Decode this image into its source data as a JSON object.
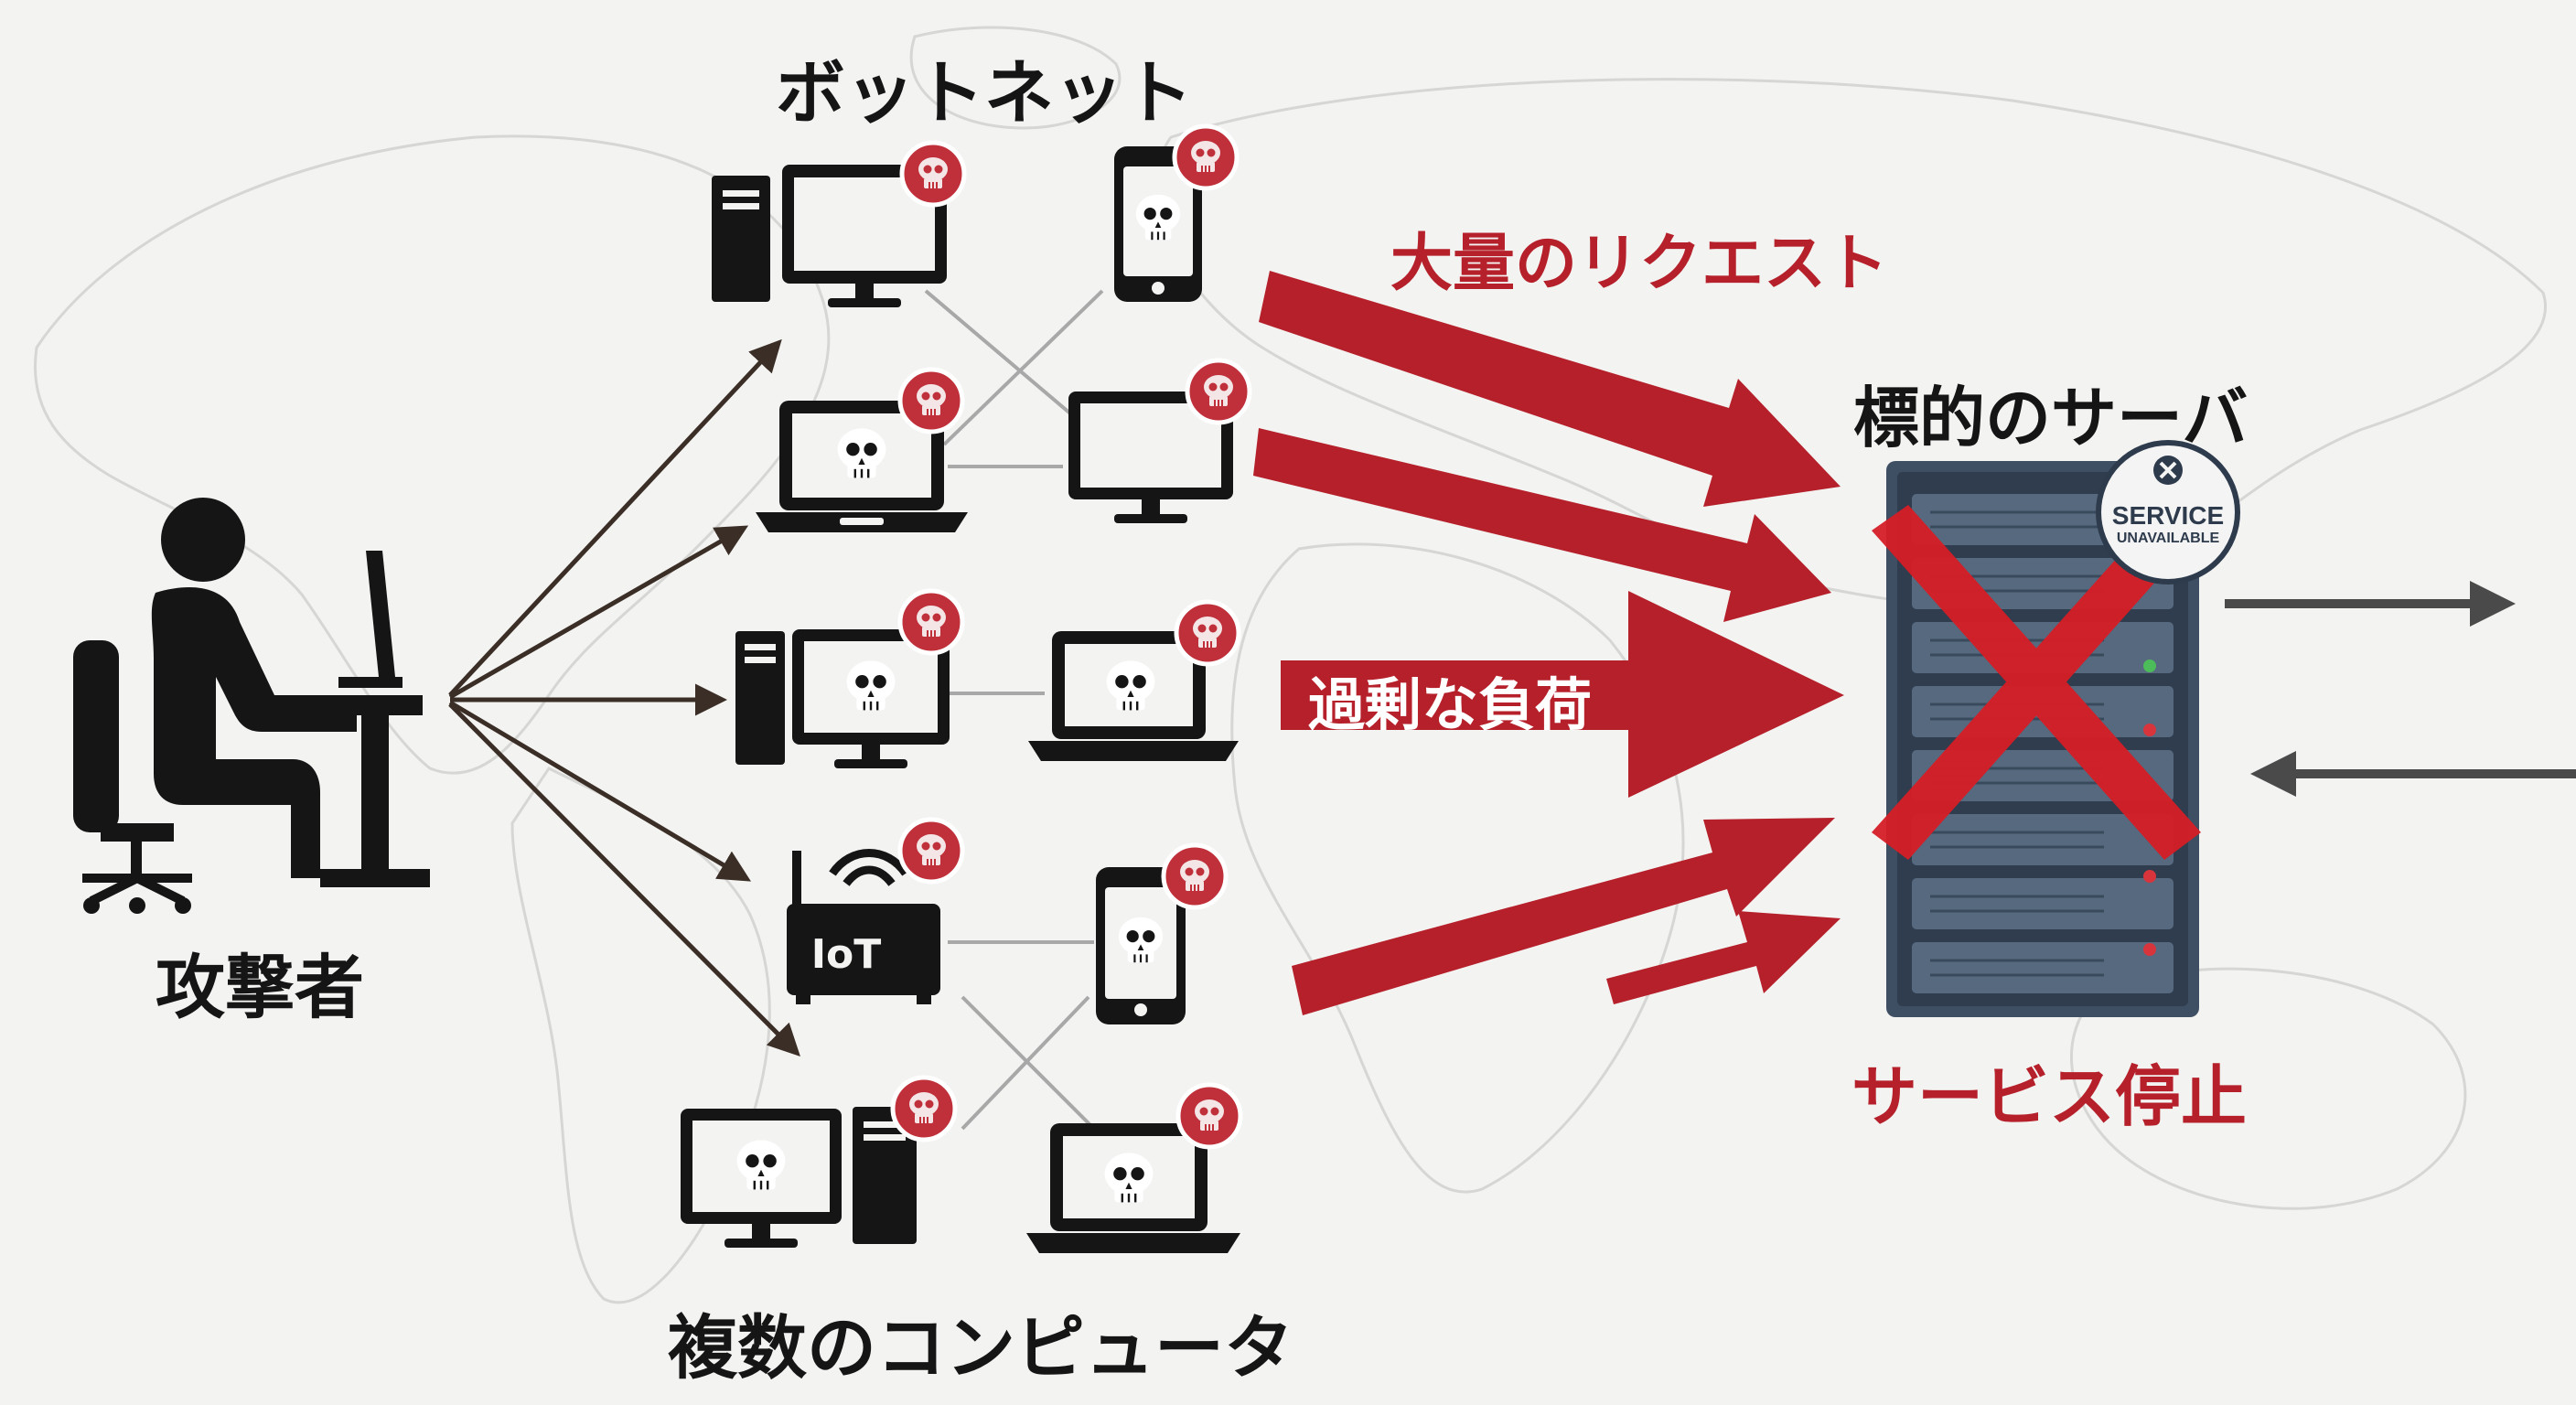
{
  "labels": {
    "botnet": "ボットネット",
    "attacker": "攻撃者",
    "multiple_computers": "複数のコンピュータ",
    "mass_requests": "大量のリクエスト",
    "overload": "過剰な負荷",
    "target_server": "標的のサーバ",
    "service_stop": "サービス停止"
  },
  "server_badge": {
    "line1": "SERVICE",
    "line2": "UNAVAILABLE"
  },
  "device_text": {
    "iot": "IoT"
  },
  "colors": {
    "attack_red": "#b5202a",
    "device_black": "#151515",
    "server_steel": "#3e4f63",
    "infected_badge": "#c0303a",
    "background": "#f3f3f2"
  }
}
